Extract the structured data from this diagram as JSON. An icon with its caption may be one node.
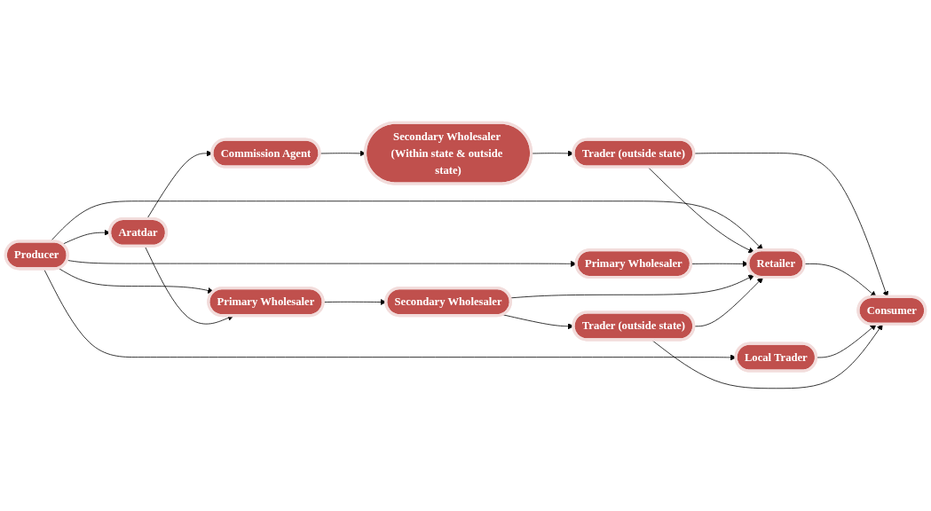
{
  "diagram": {
    "nodes": [
      {
        "text": [
          "Producer"
        ]
      },
      {
        "text": [
          "Aratdar"
        ]
      },
      {
        "text": [
          "Commission Agent"
        ]
      },
      {
        "text": [
          "Secondary Wholesaler (Within state & outside state)"
        ]
      },
      {
        "text": [
          "Trader (outside state)"
        ]
      },
      {
        "text": [
          "Primary Wholesaler"
        ]
      },
      {
        "text": [
          "Retailer"
        ]
      },
      {
        "text": [
          "Consumer"
        ]
      },
      {
        "text": [
          "Local Trader"
        ]
      },
      {
        "text": [
          "Primary Wholesaler"
        ]
      },
      {
        "text": [
          "Secondary Wholesaler"
        ]
      },
      {
        "text": [
          "Trader (outside state)"
        ]
      }
    ],
    "edges": [
      {
        "from": 0,
        "to": 1,
        "arrow": "to"
      },
      {
        "from": 0,
        "to": 5,
        "arrow": "to"
      },
      {
        "from": 0,
        "to": 6,
        "arrow": "to"
      },
      {
        "from": 0,
        "to": 8,
        "arrow": "to"
      },
      {
        "from": 0,
        "to": 9,
        "arrow": "to"
      },
      {
        "from": 1,
        "to": 2,
        "arrow": "to"
      },
      {
        "from": 1,
        "to": 9,
        "arrow": "to"
      },
      {
        "from": 2,
        "to": 3,
        "arrow": "to"
      },
      {
        "from": 3,
        "to": 4,
        "arrow": "to"
      },
      {
        "from": 4,
        "to": 6,
        "arrow": "to"
      },
      {
        "from": 4,
        "to": 7,
        "arrow": "to"
      },
      {
        "from": 5,
        "to": 6,
        "arrow": "to"
      },
      {
        "from": 6,
        "to": 7,
        "arrow": "to"
      },
      {
        "from": 8,
        "to": 7,
        "arrow": "to"
      },
      {
        "from": 9,
        "to": 10,
        "arrow": "to"
      },
      {
        "from": 10,
        "to": 6,
        "arrow": "to"
      },
      {
        "from": 10,
        "to": 11,
        "arrow": "to"
      },
      {
        "from": 11,
        "to": 6,
        "arrow": "to"
      },
      {
        "from": 11,
        "to": 7,
        "arrow": "to"
      }
    ]
  }
}
